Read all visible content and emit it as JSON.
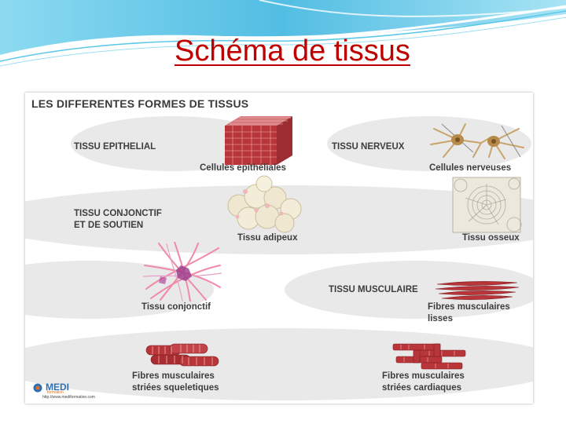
{
  "slide": {
    "title": "Schéma de tissus"
  },
  "figure": {
    "title": "LES DIFFERENTES FORMES DE TISSUS",
    "tissues": {
      "epithelial": {
        "label": "TISSU EPITHELIAL",
        "caption": "Cellules epithéliales"
      },
      "nerveux": {
        "label": "TISSU NERVEUX",
        "caption": "Cellules nerveuses"
      },
      "conjonctif": {
        "label_line1": "TISSU CONJONCTIF",
        "label_line2": "ET DE SOUTIEN"
      },
      "adipeux": {
        "caption": "Tissu adipeux"
      },
      "osseux": {
        "caption": "Tissu osseux"
      },
      "conjonctif_img": {
        "caption": "Tissu conjonctif"
      },
      "musculaire": {
        "label": "TISSU MUSCULAIRE",
        "caption_line1": "Fibres musculaires",
        "caption_line2": "lisses"
      },
      "strie_squelettique": {
        "caption_line1": "Fibres musculaires",
        "caption_line2": "striées squeletiques"
      },
      "strie_cardiaque": {
        "caption_line1": "Fibres musculaires",
        "caption_line2": "striées cardiaques"
      }
    },
    "logo": {
      "name": "MEDI",
      "sub": "formation",
      "url": "http://www.mediformation.com"
    }
  },
  "colors": {
    "title_red": "#c00000",
    "wave_blue": "#5bc8e8",
    "band_gray": "#e9e9ea",
    "muscle_red": "#b8363a",
    "nerve_tan": "#c9a46a",
    "logo_blue": "#2d6fb5"
  }
}
